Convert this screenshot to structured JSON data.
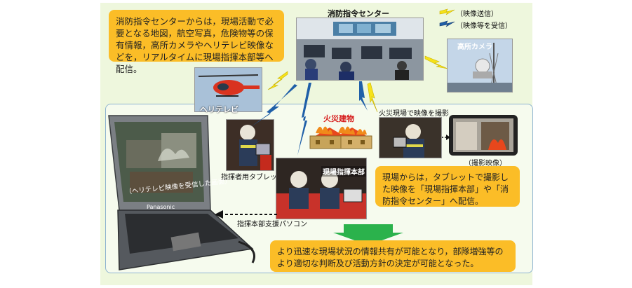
{
  "callouts": {
    "top": "消防指令センターからは，現場活動で必要となる地図，航空写真，危険物等の保有情報，高所カメラやヘリテレビ映像などを，リアルタイムに現場指揮本部等へ配信。",
    "right": "現場からは，タブレットで撮影した映像を「現場指揮本部」や「消防指令センター」へ配信。",
    "bottom": "より迅速な現場状況の情報共有が可能となり，部隊増強等のより適切な判断及び活動方針の決定が可能となった。"
  },
  "legend": {
    "send": "（映像送信）",
    "receive": "（映像等を受信）"
  },
  "labels": {
    "command_center": "消防指令センター",
    "high_camera": "高所カメラ",
    "heli_tv": "ヘリテレビ",
    "fire_building": "火災建物",
    "filming": "火災現場で映像を撮影",
    "filmed_video": "（撮影映像）",
    "commander_tablet": "指揮者用タブレット",
    "field_hq": "現場指揮本部",
    "hq_pc": "指揮本部支援パソコン",
    "laptop_screen": "（ヘリテレビ映像を受信した画面）",
    "laptop_brand": "Panasonic"
  },
  "colors": {
    "callout": "#fbbd27",
    "bolt": "#f6e21a",
    "receive_bolt": "#1f5fa8",
    "arrow_green": "#2bb24c",
    "fire": "#e8471c"
  }
}
